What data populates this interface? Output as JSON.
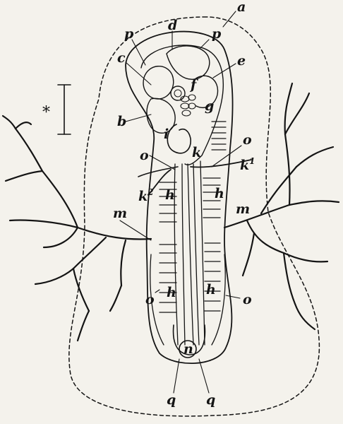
{
  "labels": {
    "a": "a",
    "p_left": "p",
    "p_right": "p",
    "d": "d",
    "c": "c",
    "e": "e",
    "f": "f",
    "g": "g",
    "b": "b",
    "i": "i",
    "o_upper_left": "o",
    "k_center": "k",
    "o_upper_right": "o",
    "k1": "k",
    "k1_sup": "1",
    "k2": "k",
    "k2_sup": "2",
    "h_upper_left": "h",
    "h_upper_right": "h",
    "m_left": "m",
    "m_right": "m",
    "h_lower_left": "h",
    "h_lower_right": "h",
    "o_lower_left": "o",
    "o_lower_right": "o",
    "n": "n",
    "q_left": "q",
    "q_right": "q",
    "scale_star": "*"
  }
}
